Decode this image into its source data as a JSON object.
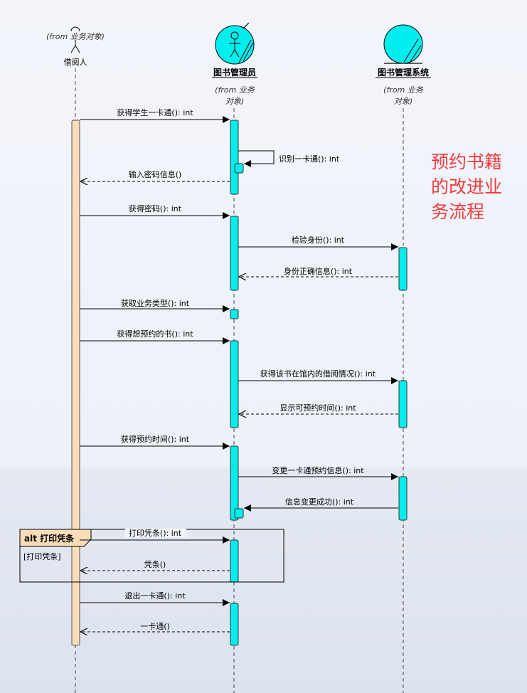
{
  "colors": {
    "activation": "#00eeee",
    "actor_activation": "#f9ddb9",
    "note": "#f03c3c"
  },
  "lifelines": {
    "borrower": {
      "from": "(from 业务对象)",
      "name": "借阅人",
      "icon": "actor-icon"
    },
    "librarian": {
      "name": "图书管理员",
      "from1": "(from 业务",
      "from2": "对象)",
      "icon": "worker-icon"
    },
    "system": {
      "name": "图书管理系统",
      "from1": "(from 业务",
      "from2": "对象)",
      "icon": "entity-icon"
    }
  },
  "messages": [
    "获得学生一卡通(): int",
    "识别一卡通(): int",
    "输入密码信息()",
    "获得密码(): int",
    "检验身份(): int",
    "身份正确信息(): int",
    "获取业务类型(): int",
    "获得想预约的书(): int",
    "获得该书在馆内的借阅情况(): int",
    "显示可预约时间(): int",
    "获得预约时间(): int",
    "变更一卡通预约信息(): int",
    "信息变更成功(): int",
    "打印凭条(): int",
    "凭条()",
    "退出一卡通(): int",
    "一卡通()"
  ],
  "fragment": {
    "tag": "alt 打印凭条",
    "guard": "[打印凭条]"
  },
  "note": {
    "line1": "预约书籍",
    "line2": "的改进业",
    "line3": "务流程"
  }
}
